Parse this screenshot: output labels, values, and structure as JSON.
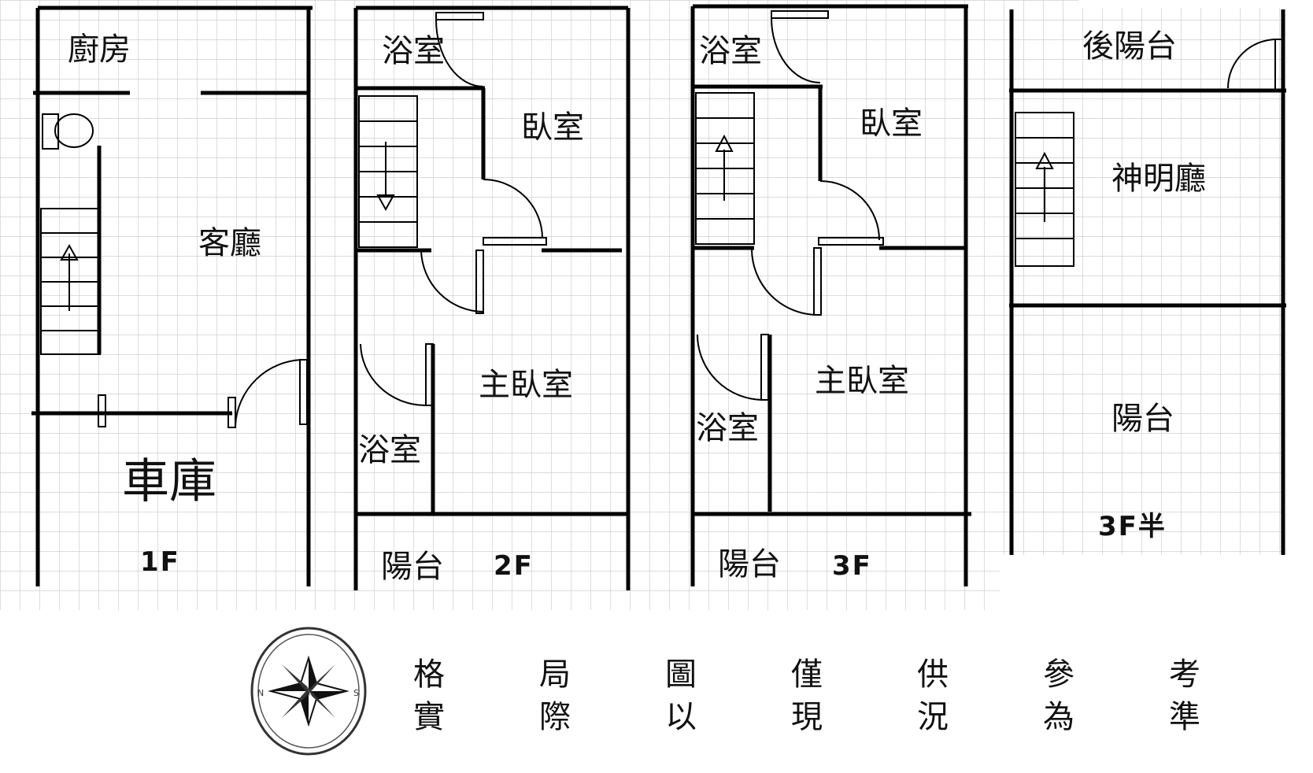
{
  "floors": [
    {
      "level": "1F",
      "rooms": [
        "廚房",
        "客廳",
        "車庫"
      ]
    },
    {
      "level": "2F",
      "rooms": [
        "浴室",
        "臥室",
        "主臥室",
        "浴室",
        "陽台"
      ]
    },
    {
      "level": "3F",
      "rooms": [
        "浴室",
        "臥室",
        "主臥室",
        "浴室",
        "陽台"
      ]
    },
    {
      "level": "3F半",
      "rooms": [
        "後陽台",
        "神明廳",
        "陽台"
      ]
    }
  ],
  "compass": {
    "n_label": "N",
    "s_label": "S"
  },
  "notice": {
    "line1": [
      "格",
      "局",
      "圖",
      "僅",
      "供",
      "參",
      "考"
    ],
    "line2": [
      "實",
      "際",
      "以",
      "現",
      "況",
      "為",
      "準"
    ]
  }
}
